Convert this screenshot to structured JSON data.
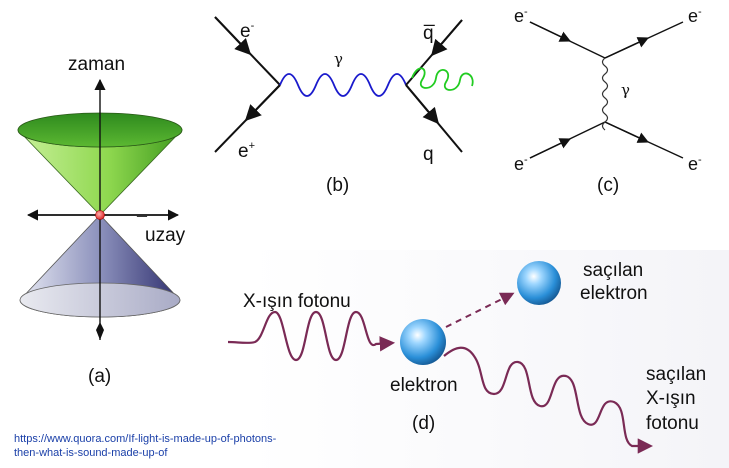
{
  "panel_a": {
    "label": "(a)",
    "time_axis": "zaman",
    "space_axis": "uzay",
    "space_axis_mark": "¯"
  },
  "panel_b": {
    "label": "(b)",
    "in_electron": "e",
    "in_electron_charge": "-",
    "in_positron": "e",
    "in_positron_charge": "+",
    "photon": "γ",
    "out_antiquark": "q",
    "out_antiquark_bar": "_",
    "out_quark": "q",
    "photon_color": "#1a1acc",
    "gluon_color": "#22cc22"
  },
  "panel_c": {
    "label": "(c)",
    "electron_in_1": "e",
    "electron_in_2": "e",
    "electron_out_1": "e",
    "electron_out_2": "e",
    "charge": "-",
    "photon": "γ"
  },
  "panel_d": {
    "label": "(d)",
    "incoming_photon": "X-ışın fotonu",
    "target_electron": "elektron",
    "scattered_electron_line1": "saçılan",
    "scattered_electron_line2": "elektron",
    "scattered_photon_line1": "saçılan",
    "scattered_photon_line2": "X-ışın",
    "scattered_photon_line3": "fotonu",
    "wave_color": "#7a2a55",
    "electron_color": "#2a8fd8"
  },
  "source": {
    "line1": "https://www.quora.com/If-light-is-made-up-of-photons-",
    "line2": "then-what-is-sound-made-up-of"
  }
}
